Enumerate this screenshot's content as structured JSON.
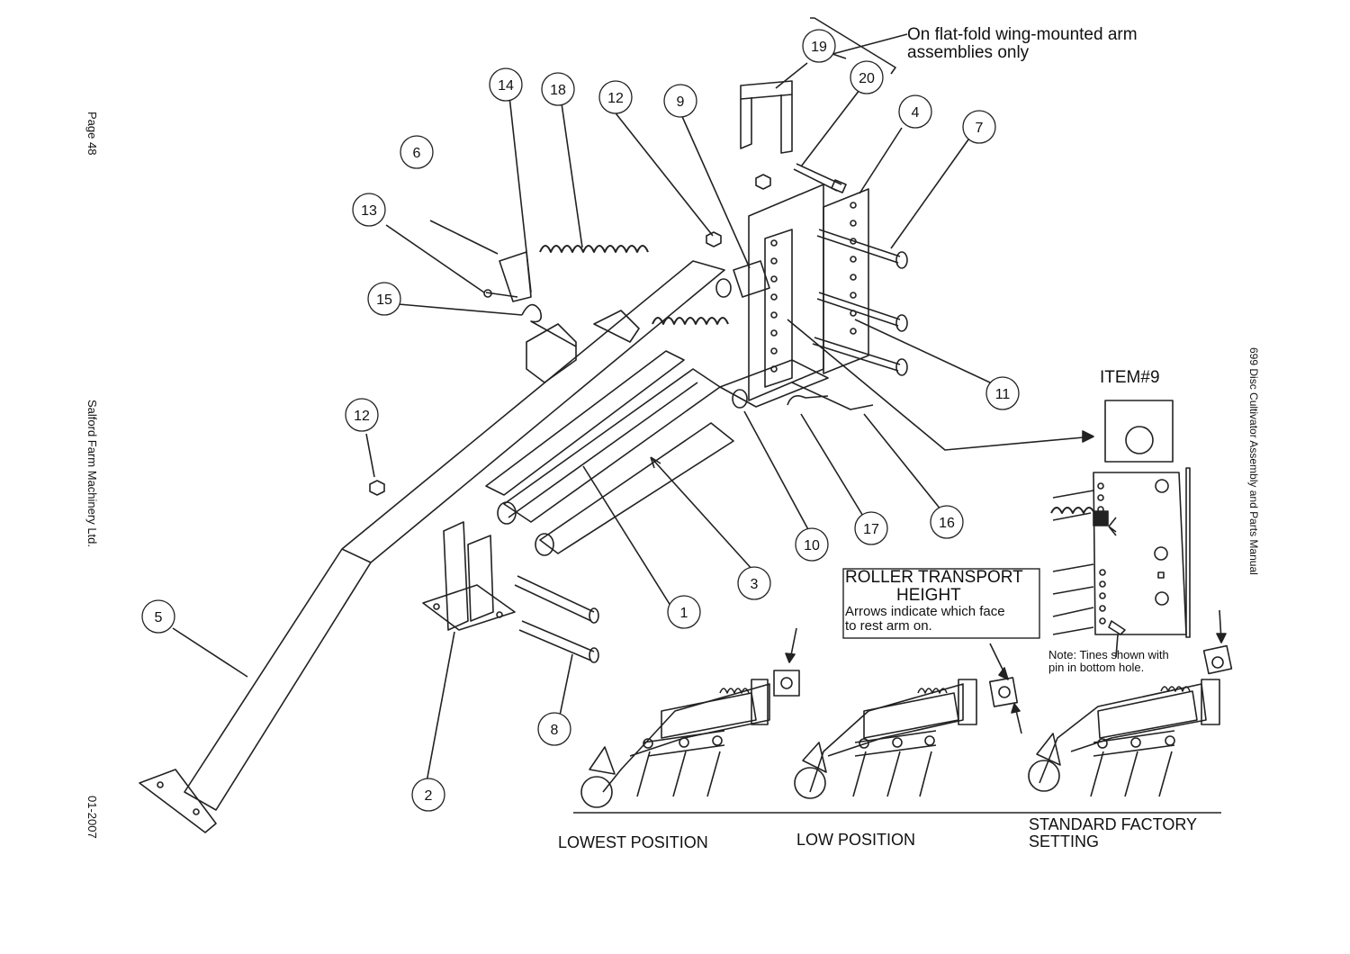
{
  "side_left": {
    "page": "Page 48",
    "company": "Salford Farm Machinery Ltd.",
    "date": "01-2007"
  },
  "side_right": {
    "manual": "699 Disc Cultivator Assembly and Parts Manual"
  },
  "callouts": [
    "1",
    "2",
    "3",
    "4",
    "5",
    "6",
    "7",
    "8",
    "9",
    "10",
    "11",
    "12",
    "12",
    "13",
    "14",
    "15",
    "16",
    "17",
    "18",
    "19",
    "20"
  ],
  "wing_note": {
    "line1": "On flat-fold wing-mounted arm",
    "line2": "assemblies only"
  },
  "item9_title": "ITEM#9",
  "roller_box": {
    "title1": "ROLLER TRANSPORT",
    "title2": "HEIGHT",
    "line1": "Arrows indicate which face",
    "line2": "to rest arm on."
  },
  "detail_note": {
    "line1": "Note:  Tines shown with",
    "line2": "pin in bottom hole."
  },
  "positions": {
    "lowest": "LOWEST POSITION",
    "low": "LOW POSITION",
    "standard1": "STANDARD FACTORY",
    "standard2": "SETTING"
  }
}
